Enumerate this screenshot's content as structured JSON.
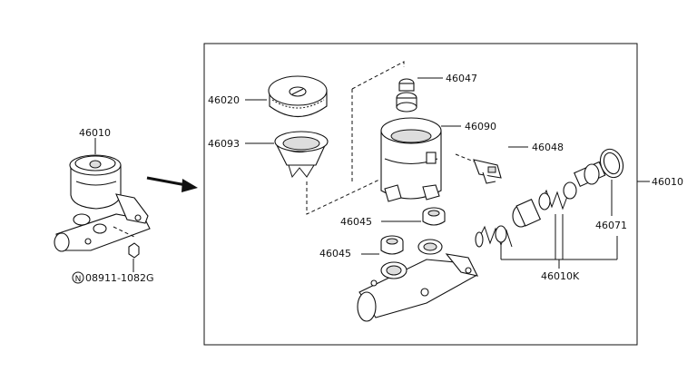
{
  "labels": {
    "p46010_left": "46010",
    "p08911": "08911-1082G",
    "n_badge": "N",
    "p46020": "46020",
    "p46093": "46093",
    "p46047": "46047",
    "p46090": "46090",
    "p46048": "46048",
    "p46045_a": "46045",
    "p46045_b": "46045",
    "p46010_right": "46010",
    "p46071": "46071",
    "p46010K": "46010K"
  }
}
